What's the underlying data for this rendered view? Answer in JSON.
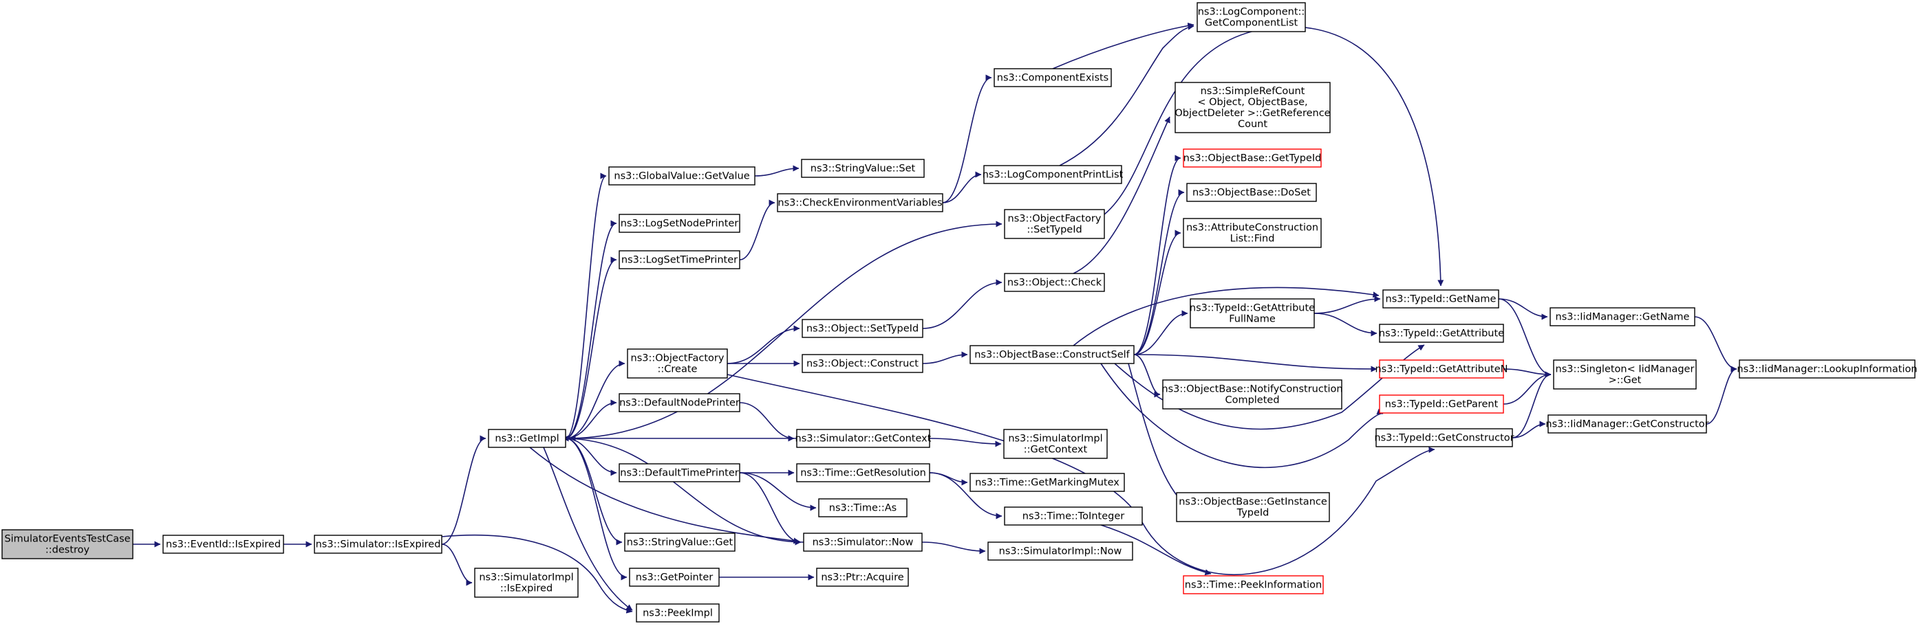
{
  "nodes": [
    {
      "id": "root",
      "lines": [
        "SimulatorEventsTestCase",
        "::destroy"
      ],
      "style": "root"
    },
    {
      "id": "eventid_isexpired",
      "lines": [
        "ns3::EventId::IsExpired"
      ]
    },
    {
      "id": "sim_isexpired",
      "lines": [
        "ns3::Simulator::IsExpired"
      ]
    },
    {
      "id": "simimpl_isexpired",
      "lines": [
        "ns3::SimulatorImpl",
        "::IsExpired"
      ]
    },
    {
      "id": "getimpl",
      "lines": [
        "ns3::GetImpl"
      ]
    },
    {
      "id": "peekimpl",
      "lines": [
        "ns3::PeekImpl"
      ]
    },
    {
      "id": "globalvalue_getvalue",
      "lines": [
        "ns3::GlobalValue::GetValue"
      ]
    },
    {
      "id": "logsetnodeprinter",
      "lines": [
        "ns3::LogSetNodePrinter"
      ]
    },
    {
      "id": "logsettimeprinter",
      "lines": [
        "ns3::LogSetTimePrinter"
      ]
    },
    {
      "id": "objectfactory_create",
      "lines": [
        "ns3::ObjectFactory",
        "::Create"
      ]
    },
    {
      "id": "defaultnodeprinter",
      "lines": [
        "ns3::DefaultNodePrinter"
      ]
    },
    {
      "id": "defaulttimeprinter",
      "lines": [
        "ns3::DefaultTimePrinter"
      ]
    },
    {
      "id": "stringvalue_get",
      "lines": [
        "ns3::StringValue::Get"
      ]
    },
    {
      "id": "getpointer",
      "lines": [
        "ns3::GetPointer"
      ]
    },
    {
      "id": "stringvalue_set",
      "lines": [
        "ns3::StringValue::Set"
      ]
    },
    {
      "id": "checkenv",
      "lines": [
        "ns3::CheckEnvironmentVariables"
      ]
    },
    {
      "id": "componentexists",
      "lines": [
        "ns3::ComponentExists"
      ]
    },
    {
      "id": "logcomponentprintlist",
      "lines": [
        "ns3::LogComponentPrintList"
      ]
    },
    {
      "id": "logcomponent_getlist",
      "lines": [
        "ns3::LogComponent::",
        "GetComponentList"
      ]
    },
    {
      "id": "objectfactory_settypeid",
      "lines": [
        "ns3::ObjectFactory",
        "::SetTypeId"
      ]
    },
    {
      "id": "object_check",
      "lines": [
        "ns3::Object::Check"
      ]
    },
    {
      "id": "object_settypeid",
      "lines": [
        "ns3::Object::SetTypeId"
      ]
    },
    {
      "id": "object_construct",
      "lines": [
        "ns3::Object::Construct"
      ]
    },
    {
      "id": "sim_getcontext",
      "lines": [
        "ns3::Simulator::GetContext"
      ]
    },
    {
      "id": "simimpl_getcontext",
      "lines": [
        "ns3::SimulatorImpl",
        "::GetContext"
      ]
    },
    {
      "id": "time_getresolution",
      "lines": [
        "ns3::Time::GetResolution"
      ]
    },
    {
      "id": "time_as",
      "lines": [
        "ns3::Time::As"
      ]
    },
    {
      "id": "sim_now",
      "lines": [
        "ns3::Simulator::Now"
      ]
    },
    {
      "id": "ptr_acquire",
      "lines": [
        "ns3::Ptr::Acquire"
      ]
    },
    {
      "id": "time_getmarkingmutex",
      "lines": [
        "ns3::Time::GetMarkingMutex"
      ]
    },
    {
      "id": "time_tointeger",
      "lines": [
        "ns3::Time::ToInteger"
      ]
    },
    {
      "id": "simimpl_now",
      "lines": [
        "ns3::SimulatorImpl::Now"
      ]
    },
    {
      "id": "time_peekinformation",
      "lines": [
        "ns3::Time::PeekInformation"
      ],
      "style": "trunc"
    },
    {
      "id": "objectbase_constructself",
      "lines": [
        "ns3::ObjectBase::ConstructSelf"
      ]
    },
    {
      "id": "simplerefcount",
      "lines": [
        "ns3::SimpleRefCount",
        "< Object, ObjectBase,",
        "ObjectDeleter >::GetReference",
        "Count"
      ]
    },
    {
      "id": "objectbase_gettypeid",
      "lines": [
        "ns3::ObjectBase::GetTypeId"
      ],
      "style": "trunc"
    },
    {
      "id": "objectbase_doset",
      "lines": [
        "ns3::ObjectBase::DoSet"
      ]
    },
    {
      "id": "attributeconstructionlist_find",
      "lines": [
        "ns3::AttributeConstruction",
        "List::Find"
      ]
    },
    {
      "id": "typeid_getattributefullname",
      "lines": [
        "ns3::TypeId::GetAttribute",
        "FullName"
      ]
    },
    {
      "id": "objectbase_notifyconstructioncompleted",
      "lines": [
        "ns3::ObjectBase::NotifyConstruction",
        "Completed"
      ]
    },
    {
      "id": "objectbase_getinstancetypeid",
      "lines": [
        "ns3::ObjectBase::GetInstance",
        "TypeId"
      ]
    },
    {
      "id": "typeid_getname",
      "lines": [
        "ns3::TypeId::GetName"
      ]
    },
    {
      "id": "typeid_getattribute",
      "lines": [
        "ns3::TypeId::GetAttribute"
      ]
    },
    {
      "id": "typeid_getattributen",
      "lines": [
        "ns3::TypeId::GetAttributeN"
      ],
      "style": "trunc"
    },
    {
      "id": "typeid_getparent",
      "lines": [
        "ns3::TypeId::GetParent"
      ],
      "style": "trunc"
    },
    {
      "id": "typeid_getconstructor",
      "lines": [
        "ns3::TypeId::GetConstructor"
      ]
    },
    {
      "id": "iidmanager_getname",
      "lines": [
        "ns3::IidManager::GetName"
      ]
    },
    {
      "id": "singleton_get",
      "lines": [
        "ns3::Singleton< IidManager",
        ">::Get"
      ]
    },
    {
      "id": "iidmanager_getconstructor",
      "lines": [
        "ns3::IidManager::GetConstructor"
      ]
    },
    {
      "id": "iidmanager_lookupinformation",
      "lines": [
        "ns3::IidManager::LookupInformation"
      ]
    }
  ],
  "edges": [
    [
      "root",
      "eventid_isexpired"
    ],
    [
      "eventid_isexpired",
      "sim_isexpired"
    ],
    [
      "sim_isexpired",
      "getimpl"
    ],
    [
      "sim_isexpired",
      "simimpl_isexpired"
    ],
    [
      "sim_isexpired",
      "peekimpl"
    ],
    [
      "getimpl",
      "globalvalue_getvalue"
    ],
    [
      "getimpl",
      "logsetnodeprinter"
    ],
    [
      "getimpl",
      "logsettimeprinter"
    ],
    [
      "getimpl",
      "objectfactory_settypeid"
    ],
    [
      "getimpl",
      "objectfactory_create"
    ],
    [
      "getimpl",
      "defaultnodeprinter"
    ],
    [
      "getimpl",
      "defaulttimeprinter"
    ],
    [
      "getimpl",
      "stringvalue_get"
    ],
    [
      "getimpl",
      "getpointer"
    ],
    [
      "getimpl",
      "peekimpl"
    ],
    [
      "getimpl",
      "sim_now"
    ],
    [
      "globalvalue_getvalue",
      "stringvalue_set"
    ],
    [
      "logsettimeprinter",
      "checkenv"
    ],
    [
      "checkenv",
      "componentexists"
    ],
    [
      "checkenv",
      "logcomponentprintlist"
    ],
    [
      "componentexists",
      "logcomponent_getlist"
    ],
    [
      "logcomponentprintlist",
      "logcomponent_getlist"
    ],
    [
      "objectfactory_settypeid",
      "typeid_getname"
    ],
    [
      "objectfactory_create",
      "object_settypeid"
    ],
    [
      "objectfactory_create",
      "object_construct"
    ],
    [
      "objectfactory_create",
      "typeid_getconstructor"
    ],
    [
      "object_settypeid",
      "object_check"
    ],
    [
      "object_check",
      "simplerefcount"
    ],
    [
      "object_construct",
      "objectbase_constructself"
    ],
    [
      "defaultnodeprinter",
      "sim_getcontext"
    ],
    [
      "sim_getcontext",
      "getimpl"
    ],
    [
      "sim_getcontext",
      "simimpl_getcontext"
    ],
    [
      "defaulttimeprinter",
      "time_getresolution"
    ],
    [
      "defaulttimeprinter",
      "time_as"
    ],
    [
      "defaulttimeprinter",
      "sim_now"
    ],
    [
      "time_getresolution",
      "time_getmarkingmutex"
    ],
    [
      "time_getresolution",
      "time_tointeger"
    ],
    [
      "time_tointeger",
      "time_peekinformation"
    ],
    [
      "sim_now",
      "getimpl"
    ],
    [
      "sim_now",
      "simimpl_now"
    ],
    [
      "getpointer",
      "ptr_acquire"
    ],
    [
      "objectbase_constructself",
      "objectbase_gettypeid"
    ],
    [
      "objectbase_constructself",
      "objectbase_doset"
    ],
    [
      "objectbase_constructself",
      "attributeconstructionlist_find"
    ],
    [
      "objectbase_constructself",
      "typeid_getname"
    ],
    [
      "objectbase_constructself",
      "typeid_getattributefullname"
    ],
    [
      "objectbase_constructself",
      "typeid_getattribute"
    ],
    [
      "objectbase_constructself",
      "typeid_getattributen"
    ],
    [
      "objectbase_constructself",
      "objectbase_notifyconstructioncompleted"
    ],
    [
      "objectbase_constructself",
      "typeid_getparent"
    ],
    [
      "objectbase_constructself",
      "objectbase_getinstancetypeid"
    ],
    [
      "typeid_getattributefullname",
      "typeid_getname"
    ],
    [
      "typeid_getattributefullname",
      "typeid_getattribute"
    ],
    [
      "typeid_getname",
      "iidmanager_getname"
    ],
    [
      "typeid_getname",
      "singleton_get"
    ],
    [
      "typeid_getattributen",
      "singleton_get"
    ],
    [
      "typeid_getparent",
      "singleton_get"
    ],
    [
      "typeid_getconstructor",
      "singleton_get"
    ],
    [
      "typeid_getconstructor",
      "iidmanager_getconstructor"
    ],
    [
      "iidmanager_getname",
      "iidmanager_lookupinformation"
    ],
    [
      "iidmanager_getconstructor",
      "iidmanager_lookupinformation"
    ]
  ]
}
